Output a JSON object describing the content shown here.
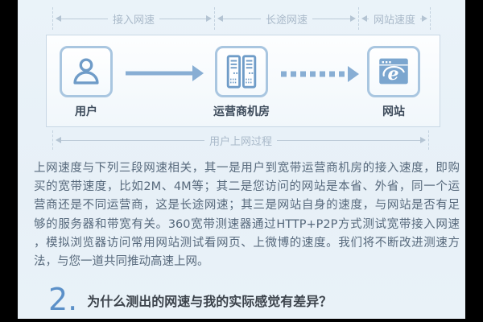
{
  "page": {
    "background_color": "#e8f1f8",
    "frame_color": "#000000",
    "accent_blue": "#6f9cc8",
    "arrow_blue": "#88aed4"
  },
  "diagram": {
    "top_segments": [
      {
        "label": "接入网速"
      },
      {
        "label": "长途网速"
      },
      {
        "label": "网站速度"
      }
    ],
    "nodes": [
      {
        "label": "用户",
        "icon": "user-icon"
      },
      {
        "label": "运营商机房",
        "icon": "server-icon"
      },
      {
        "label": "网站",
        "icon": "browser-icon"
      }
    ],
    "bottom_label": "用户上网过程"
  },
  "description": {
    "lines": [
      "上网速度与下列三段网速相关，其一是用户到宽带运营商机房的接入速度，即购",
      "买的宽带速度，比如2M、4M等；其二是您访问的网站是本省、外省，同一个运",
      "营商还是不同运营商，这是长途网速；其三是网站自身的速度，与网站是否有足",
      "够的服务器和带宽有关。360宽带测速器通过HTTP+P2P方式测试宽带接入网速",
      "，模拟浏览器访问常用网站测试看网页、上微博的速度。我们将不断改进测速方",
      "法，与您一道共同推动高速上网。"
    ]
  },
  "faq": {
    "number": "2.",
    "question": "为什么测出的网速与我的实际感觉有差异？"
  }
}
